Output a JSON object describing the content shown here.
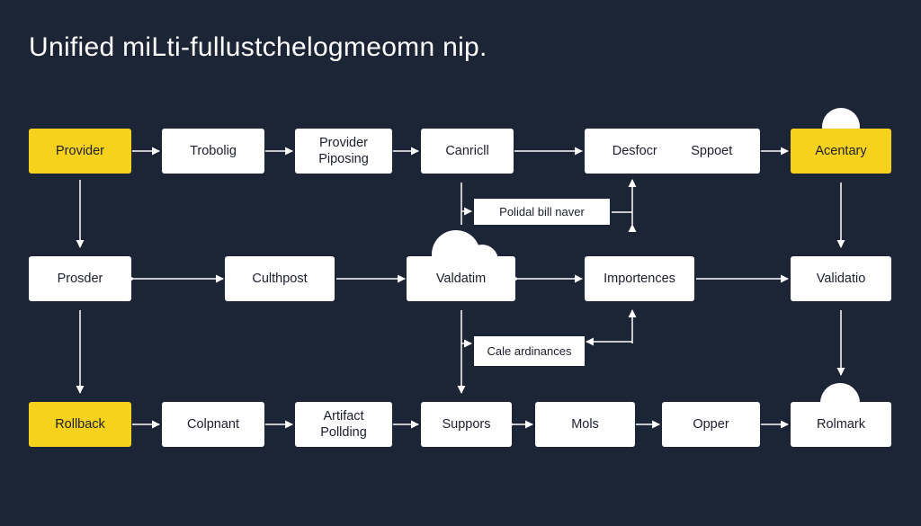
{
  "title": "Unified miLti-fullustchelogmeomn nip.",
  "accent_color": "#f7d21d",
  "background_color": "#1c2536",
  "nodes": {
    "r1": [
      "Provider",
      "Trobolig",
      "Provider\nPiposing",
      "Canricll",
      "Desfocr",
      "Sppoet",
      "Acentary"
    ],
    "r2": [
      "Prosder",
      "Culthpost",
      "Valdatim",
      "Importences",
      "Validatio"
    ],
    "r3": [
      "Rollback",
      "Colpnant",
      "Artifact\nPollding",
      "Suppors",
      "Mols",
      "Opper",
      "Rolmark"
    ]
  },
  "notes": [
    "Polidal bill naver",
    "Cale ardinances"
  ]
}
